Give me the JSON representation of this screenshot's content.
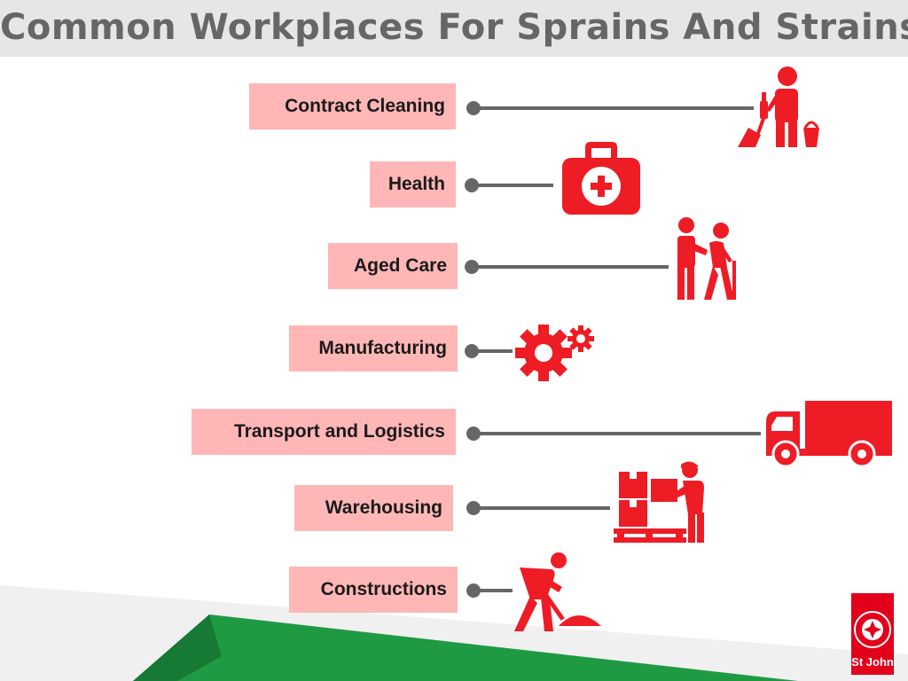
{
  "title": "Common Workplaces For Sprains And Strains",
  "accent_color": "#ee1c25",
  "label_color": "#ffb6b6",
  "connector_color": "#666666",
  "items": [
    {
      "label": "Contract Cleaning",
      "icon": "cleaner-icon"
    },
    {
      "label": "Health",
      "icon": "first-aid-kit-icon"
    },
    {
      "label": "Aged Care",
      "icon": "elderly-care-icon"
    },
    {
      "label": "Manufacturing",
      "icon": "gears-icon"
    },
    {
      "label": "Transport and Logistics",
      "icon": "truck-icon"
    },
    {
      "label": "Warehousing",
      "icon": "warehouse-worker-icon"
    },
    {
      "label": "Constructions",
      "icon": "construction-worker-icon"
    }
  ],
  "logo": {
    "text": "St John",
    "icon": "st-john-cross-icon"
  }
}
